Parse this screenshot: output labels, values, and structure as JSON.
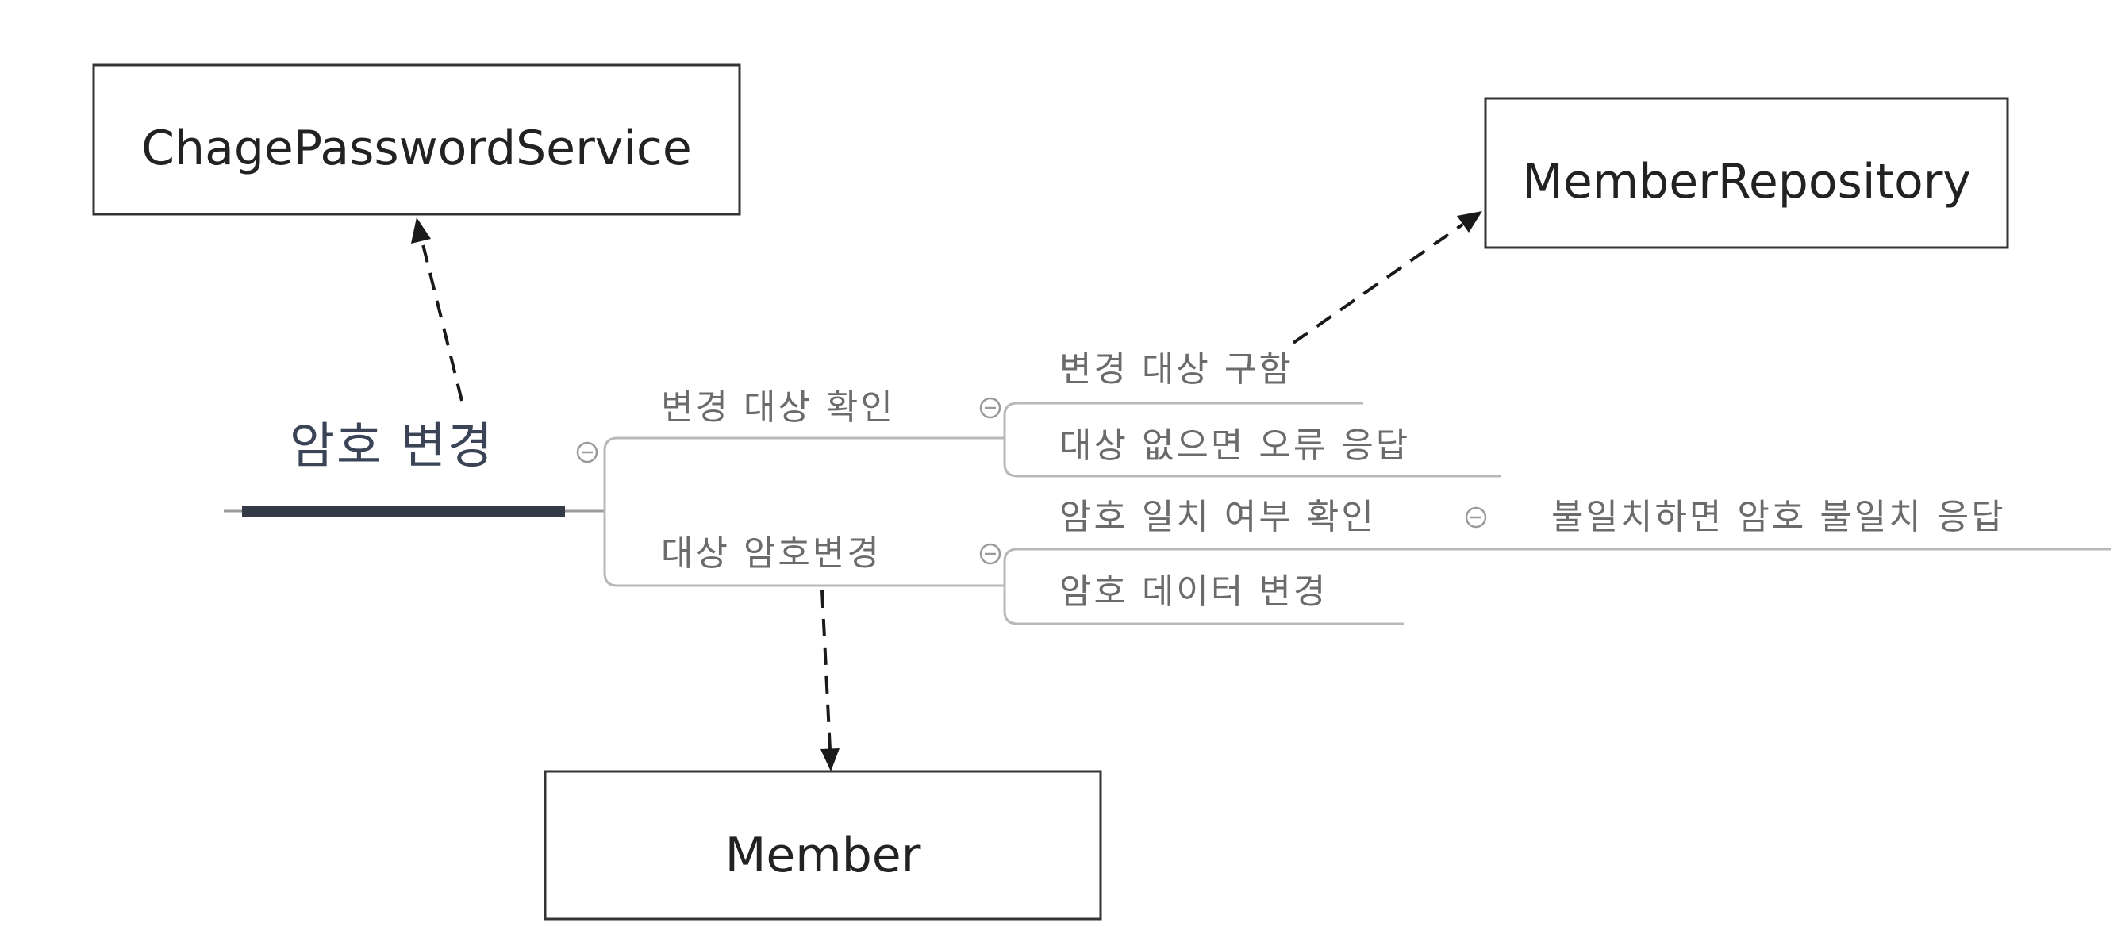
{
  "boxes": {
    "service": "ChagePasswordService",
    "repository": "MemberRepository",
    "member": "Member"
  },
  "mindmap": {
    "root": "암호 변경",
    "branch_check": {
      "label": "변경 대상 확인",
      "children": [
        "변경 대상 구함",
        "대상 없으면 오류 응답"
      ]
    },
    "branch_change": {
      "label": "대상 암호변경",
      "children": [
        "암호 일치 여부 확인",
        "암호 데이터 변경"
      ],
      "grandchild": "불일치하면 암호 불일치 응답"
    }
  },
  "colors": {
    "root_bar": "#343a46",
    "branch_line": "#b8b8b8",
    "node_text": "#6b6b6b",
    "arrow": "#1a1a1a"
  }
}
